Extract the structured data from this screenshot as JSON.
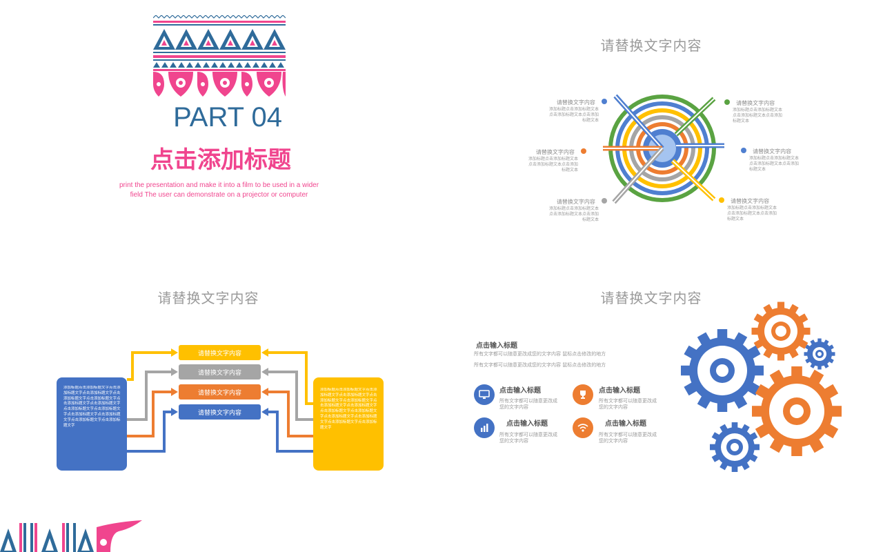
{
  "slide1": {
    "part_label": "PART 04",
    "heading": "点击添加标题",
    "subtitle": "print the presentation and make it into a film to be used in a wider field The user can demonstrate on a projector or computer",
    "colors": {
      "blue": "#2f6b9a",
      "pink": "#f0458e"
    }
  },
  "slide2": {
    "title": "请替换文字内容",
    "items": [
      {
        "label": "请替换文字内容",
        "desc": "添加标题点击添加标题文本点击添加标题文本点击添加标题文本",
        "color": "#4f7fd0"
      },
      {
        "label": "请替换文字内容",
        "desc": "添加标题点击添加标题文本点击添加标题文本点击添加标题文本",
        "color": "#ed7d31"
      },
      {
        "label": "请替换文字内容",
        "desc": "添加标题点击添加标题文本点击添加标题文本点击添加标题文本",
        "color": "#a5a5a5"
      },
      {
        "label": "请替换文字内容",
        "desc": "添加标题点击添加标题文本点击添加标题文本点击添加标题文本",
        "color": "#5aa342"
      },
      {
        "label": "请替换文字内容",
        "desc": "添加标题点击添加标题文本点击添加标题文本点击添加标题文本",
        "color": "#4f7fd0"
      },
      {
        "label": "请替换文字内容",
        "desc": "添加标题点击添加标题文本点击添加标题文本点击添加标题文本",
        "color": "#ffc000"
      }
    ]
  },
  "slide3": {
    "title": "请替换文字内容",
    "buttons": [
      {
        "label": "请替换文字内容",
        "color": "#ffc000"
      },
      {
        "label": "请替换文字内容",
        "color": "#a5a5a5"
      },
      {
        "label": "请替换文字内容",
        "color": "#ed7d31"
      },
      {
        "label": "请替换文字内容",
        "color": "#4472c4"
      }
    ],
    "left_box": {
      "text": "添加标题点击添加标题文字点击添加标题文字点击添加标题文字点击添加标题文字点击添加标题文字点击添加标题文字点击添加标题文字点击添加标题文字点击添加标题文字点击添加标题文字点击添加标题文字点击添加标题文字点击添加标题文字",
      "color": "#4472c4"
    },
    "right_box": {
      "text": "添加标题点击添加标题文字点击添加标题文字点击添加标题文字点击添加标题文字点击添加标题文字点击添加标题文字点击添加标题文字点击添加标题文字点击添加标题文字点击添加标题文字点击添加标题文字点击添加标题文字点击添加标题文字",
      "color": "#ffc000"
    }
  },
  "slide4": {
    "title": "请替换文字内容",
    "intro_title": "点击输入标题",
    "intro_line1": "所有文字都可以随意更改成您的文字内容  鼠标点击修改的地方",
    "intro_line2": "所有文字都可以随意更改成您的文字内容  鼠标点击修改的地方",
    "features": [
      {
        "title": "点击输入标题",
        "desc": "所有文字都可以随意更改成您的文字内容",
        "icon": "monitor-icon",
        "color": "#4472c4"
      },
      {
        "title": "点击输入标题",
        "desc": "所有文字都可以随意更改成您的文字内容",
        "icon": "trophy-icon",
        "color": "#ed7d31"
      },
      {
        "title": "点击输入标题",
        "desc": "所有文字都可以随意更改成您的文字内容",
        "icon": "bar-chart-icon",
        "color": "#4472c4"
      },
      {
        "title": "点击输入标题",
        "desc": "所有文字都可以随意更改成您的文字内容",
        "icon": "wifi-icon",
        "color": "#ed7d31"
      }
    ],
    "gear_colors": {
      "blue": "#4472c4",
      "orange": "#ed7d31"
    }
  }
}
